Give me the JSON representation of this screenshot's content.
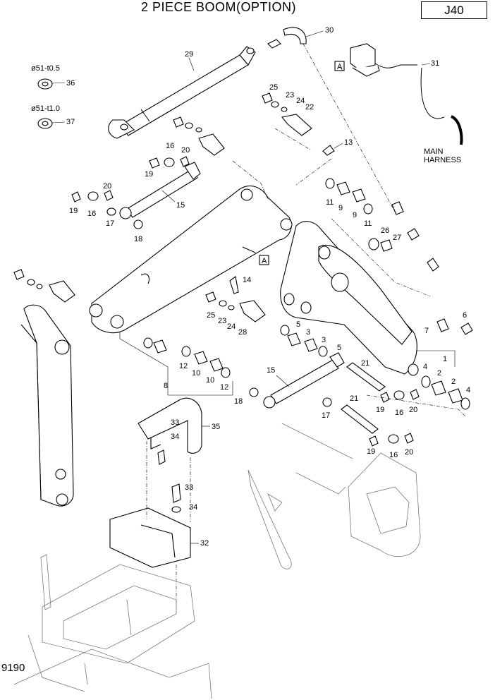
{
  "title": "2 PIECE BOOM(OPTION)",
  "sheet": "J40",
  "drawing_code": "9190",
  "washer_specs": [
    {
      "spec": "ø51-t0.5",
      "part": "36"
    },
    {
      "spec": "ø51-t1.0",
      "part": "37"
    }
  ],
  "harness_label": [
    "MAIN",
    "HARNESS"
  ],
  "ref_marker": "A",
  "callouts": {
    "p1": "1",
    "p2a": "2",
    "p2b": "2",
    "p3a": "3",
    "p3b": "3",
    "p4a": "4",
    "p4b": "4",
    "p5a": "5",
    "p5b": "5",
    "p6": "6",
    "p7": "7",
    "p8": "8",
    "p9a": "9",
    "p9b": "9",
    "p10a": "10",
    "p10b": "10",
    "p11a": "11",
    "p11b": "11",
    "p12a": "12",
    "p12b": "12",
    "p13": "13",
    "p14": "14",
    "p15a": "15",
    "p15b": "15",
    "p16a": "16",
    "p16b": "16",
    "p16c": "16",
    "p16d": "16",
    "p17a": "17",
    "p17b": "17",
    "p18a": "18",
    "p18b": "18",
    "p19a": "19",
    "p19b": "19",
    "p19c": "19",
    "p19d": "19",
    "p20a": "20",
    "p20b": "20",
    "p20c": "20",
    "p20d": "20",
    "p21a": "21",
    "p21b": "21",
    "p22": "22",
    "p23a": "23",
    "p23b": "23",
    "p24a": "24",
    "p24b": "24",
    "p25a": "25",
    "p25b": "25",
    "p26": "26",
    "p27": "27",
    "p28": "28",
    "p29": "29",
    "p30": "30",
    "p31": "31",
    "p32": "32",
    "p33a": "33",
    "p33b": "33",
    "p34a": "34",
    "p34b": "34",
    "p35": "35"
  }
}
